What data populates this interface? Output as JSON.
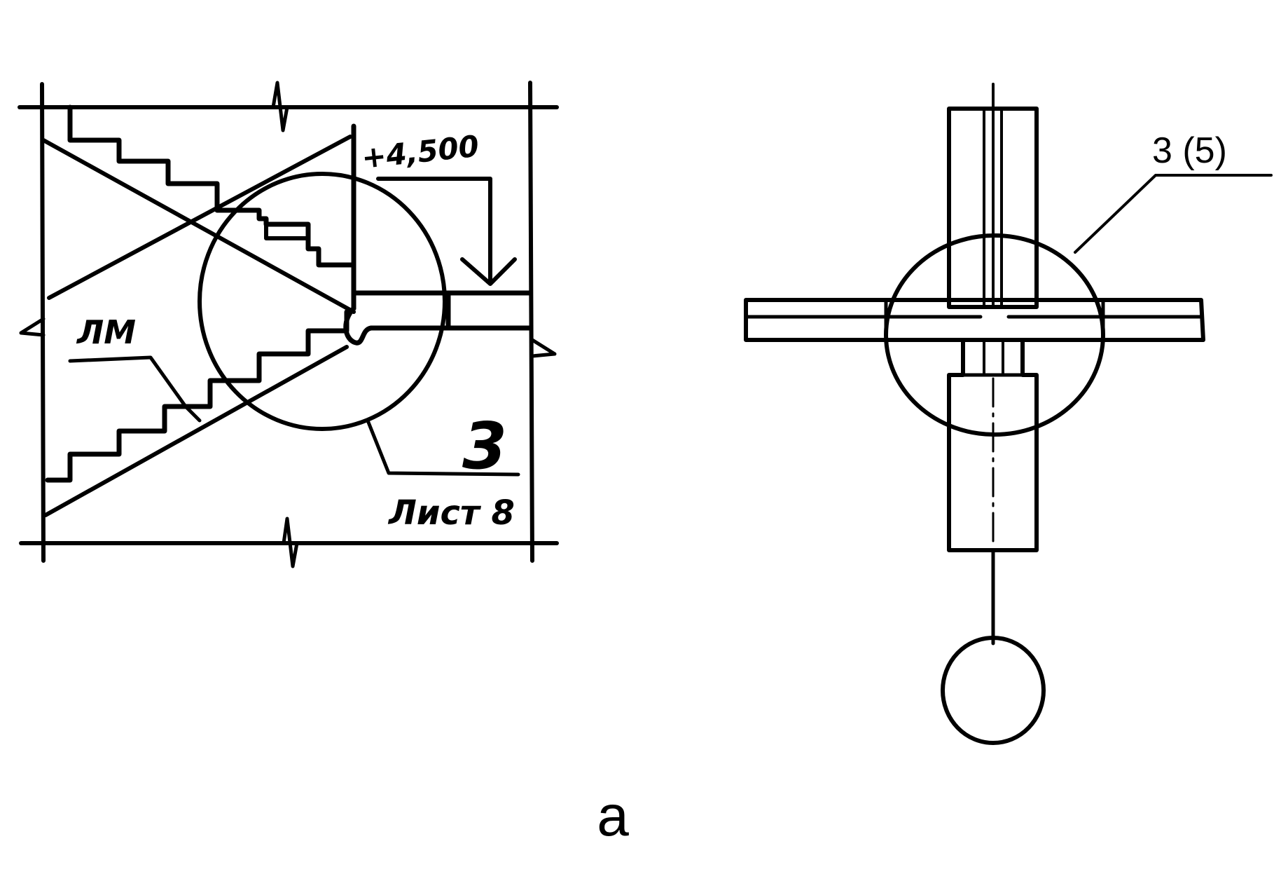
{
  "drawing": {
    "left_view": {
      "elevation_mark": "+4,500",
      "component_label": "ЛМ",
      "callout_number": "3",
      "sheet_reference": "Лист 8"
    },
    "right_view": {
      "callout_label": "3 (5)"
    },
    "figure_label": "a",
    "colors": {
      "ink": "#000000",
      "paper": "#ffffff"
    }
  }
}
